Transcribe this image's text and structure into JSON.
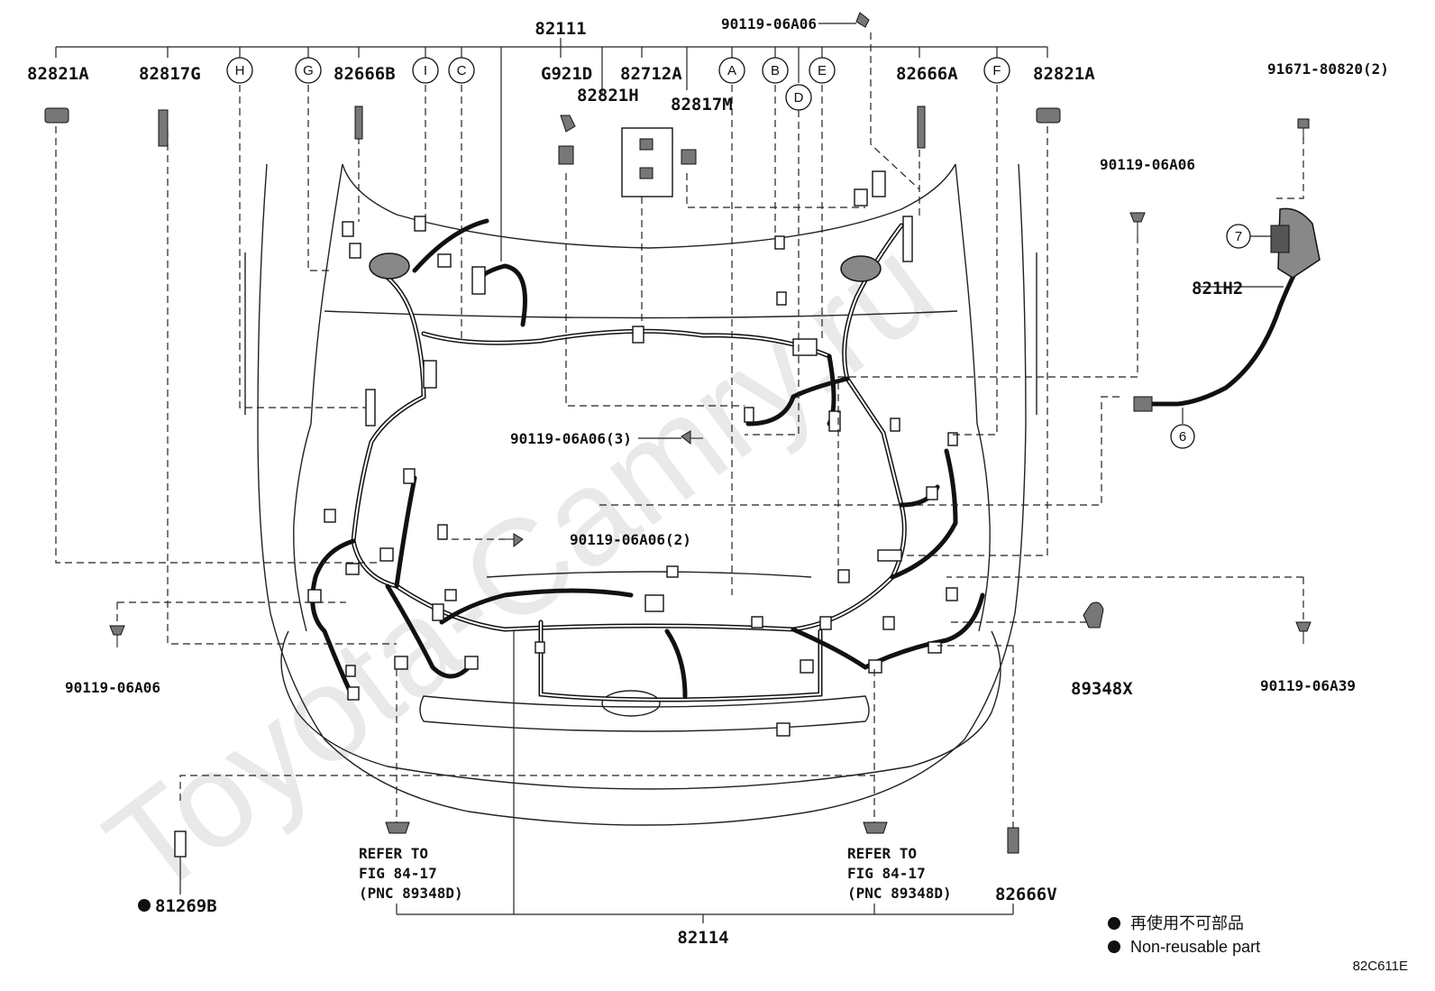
{
  "watermark": "Toyota-Camry.ru",
  "diagram_code": "82C611E",
  "legend": {
    "jp": "再使用不可部品",
    "en": "Non-reusable part"
  },
  "labels": {
    "l82111": "82111",
    "l90119_top": "90119-06A06",
    "l82821A_left": "82821A",
    "l82817G": "82817G",
    "l82666B": "82666B",
    "lG921D": "G921D",
    "l82821H": "82821H",
    "l82712A": "82712A",
    "l82817M": "82817M",
    "l82666A": "82666A",
    "l82821A_right": "82821A",
    "l91671": "91671-80820(2)",
    "l90119_right": "90119-06A06",
    "l821H2": "821H2",
    "l90119_3": "90119-06A06(3)",
    "l90119_2": "90119-06A06(2)",
    "l90119_bl": "90119-06A06",
    "l89348X": "89348X",
    "l90119_A39": "90119-06A39",
    "l81269B": "81269B",
    "l82114": "82114",
    "l82666V": "82666V"
  },
  "refer_left": [
    "REFER TO",
    "FIG 84-17",
    "(PNC 89348D)"
  ],
  "refer_right": [
    "REFER TO",
    "FIG 84-17",
    "(PNC 89348D)"
  ],
  "circles": {
    "H": "H",
    "G": "G",
    "I": "I",
    "C": "C",
    "A": "A",
    "B": "B",
    "D": "D",
    "E": "E",
    "F": "F",
    "n7": "7",
    "n6": "6"
  }
}
